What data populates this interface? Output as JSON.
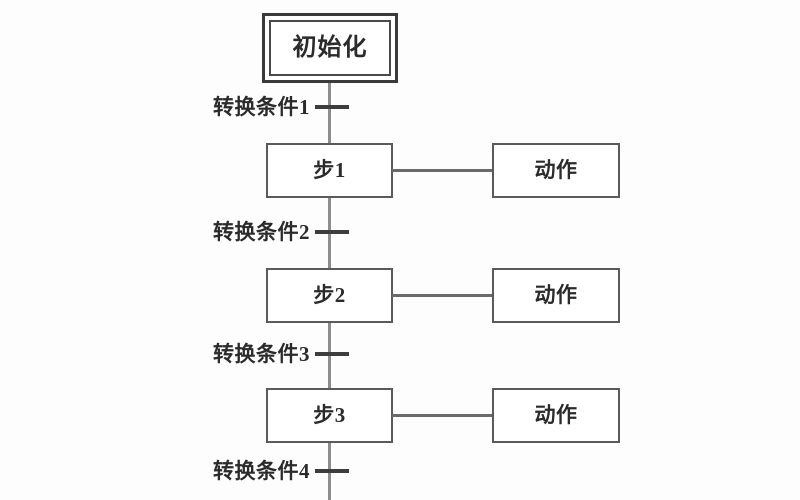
{
  "diagram": {
    "type": "sequential-function-chart",
    "initial_step": {
      "label": "初始化"
    },
    "steps": [
      {
        "label": "步1",
        "action": "动作"
      },
      {
        "label": "步2",
        "action": "动作"
      },
      {
        "label": "步3",
        "action": "动作"
      }
    ],
    "transitions": [
      {
        "label": "转换条件1"
      },
      {
        "label": "转换条件2"
      },
      {
        "label": "转换条件3"
      },
      {
        "label": "转换条件4"
      }
    ],
    "colors": {
      "background": "#fdfdfd",
      "box_border": "#5a5a5a",
      "initial_border": "#3a3a3a",
      "trunk_line": "#8d8d8d",
      "tick_line": "#3d3d3d",
      "text": "#2b2b2b"
    }
  }
}
